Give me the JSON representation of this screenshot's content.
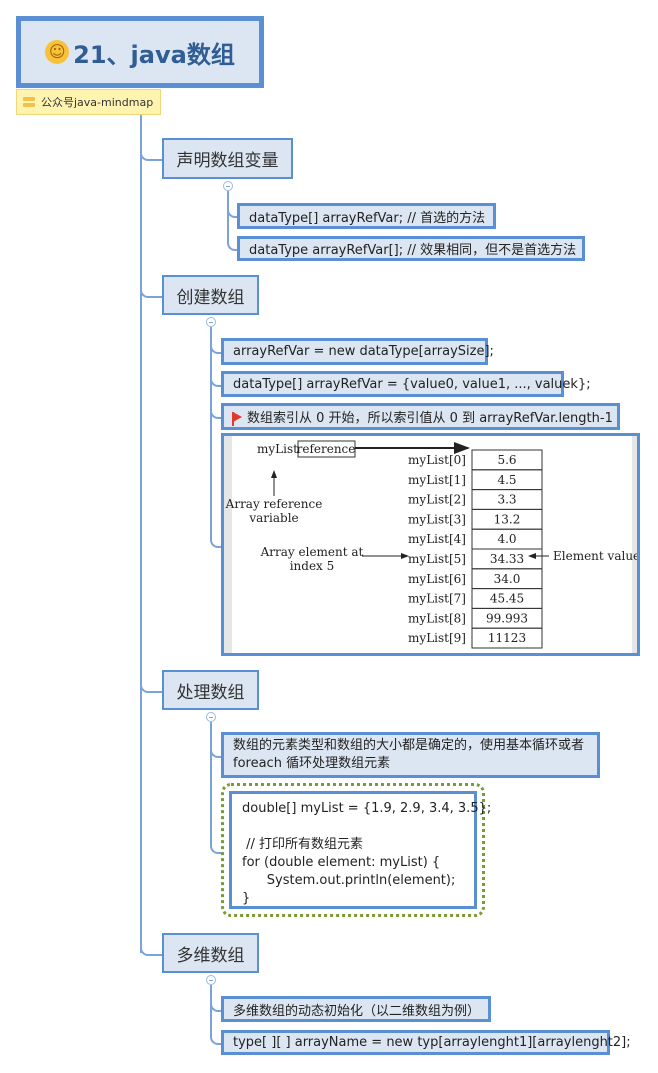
{
  "root": {
    "title": "21、java数组",
    "emoji": "smiley-face",
    "label": "公众号java-mindmap"
  },
  "branches": [
    {
      "title": "声明数组变量",
      "items": [
        "dataType[] arrayRefVar;   // 首选的方法",
        "dataType arrayRefVar[];  // 效果相同，但不是首选方法"
      ]
    },
    {
      "title": "创建数组",
      "items": [
        "arrayRefVar = new dataType[arraySize];",
        "dataType[] arrayRefVar = {value0, value1, ..., valuek};",
        "数组索引从 0 开始，所以索引值从 0 到 arrayRefVar.length-1"
      ]
    },
    {
      "title": "处理数组",
      "items": [
        "数组的元素类型和数组的大小都是确定的，使用基本循环或者\nforeach 循环处理数组元素",
        "double[] myList = {1.9, 2.9, 3.4, 3.5};\n\n // 打印所有数组元素\nfor (double element: myList) {\n      System.out.println(element);\n}"
      ]
    },
    {
      "title": "多维数组",
      "items": [
        "多维数组的动态初始化（以二维数组为例）",
        "type[ ][ ] arrayName = new typ[arraylenght1][arraylenght2];"
      ]
    }
  ],
  "diagram": {
    "var_name": "myList",
    "ref_label": "reference",
    "ref_caption_1": "Array reference",
    "ref_caption_2": "variable",
    "elem_caption_1": "Array element at",
    "elem_caption_2": "index 5",
    "value_caption": "Element value",
    "labels": [
      "myList[0]",
      "myList[1]",
      "myList[2]",
      "myList[3]",
      "myList[4]",
      "myList[5]",
      "myList[6]",
      "myList[7]",
      "myList[8]",
      "myList[9]"
    ],
    "values": [
      "5.6",
      "4.5",
      "3.3",
      "13.2",
      "4.0",
      "34.33",
      "34.0",
      "45.45",
      "99.993",
      "11123"
    ]
  }
}
